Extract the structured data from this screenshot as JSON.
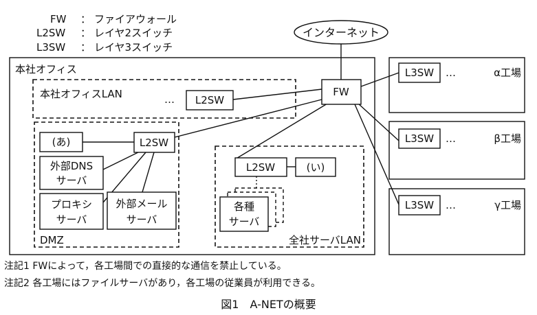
{
  "legend": [
    {
      "abbr": "FW",
      "sep": "：",
      "desc": "ファイアウォール"
    },
    {
      "abbr": "L2SW",
      "sep": "：",
      "desc": "レイヤ2スイッチ"
    },
    {
      "abbr": "L3SW",
      "sep": "：",
      "desc": "レイヤ3スイッチ"
    }
  ],
  "internet": "インターネット",
  "fw": "FW",
  "hq": {
    "title": "本社オフィス",
    "lan": {
      "label": "本社オフィスLAN",
      "dots": "…",
      "switch": "L2SW"
    },
    "dmz": {
      "label": "DMZ",
      "switch": "L2SW",
      "slot_a": "(あ)",
      "dns": [
        "外部DNS",
        "サーバ"
      ],
      "proxy": [
        "プロキシ",
        "サーバ"
      ],
      "mail": [
        "外部メール",
        "サーバ"
      ]
    },
    "server_lan": {
      "label": "全社サーバLAN",
      "switch": "L2SW",
      "slot_i": "(い)",
      "servers": [
        "各種",
        "サーバ"
      ]
    }
  },
  "factories": [
    {
      "switch": "L3SW",
      "dots": "…",
      "name": "α工場"
    },
    {
      "switch": "L3SW",
      "dots": "…",
      "name": "β工場"
    },
    {
      "switch": "L3SW",
      "dots": "…",
      "name": "γ工場"
    }
  ],
  "notes": [
    "注記1 FWによって，各工場間での直接的な通信を禁止している。",
    "注記2 各工場にはファイルサーバがあり，各工場の従業員が利用できる。"
  ],
  "caption": "図1　A-NETの概要"
}
